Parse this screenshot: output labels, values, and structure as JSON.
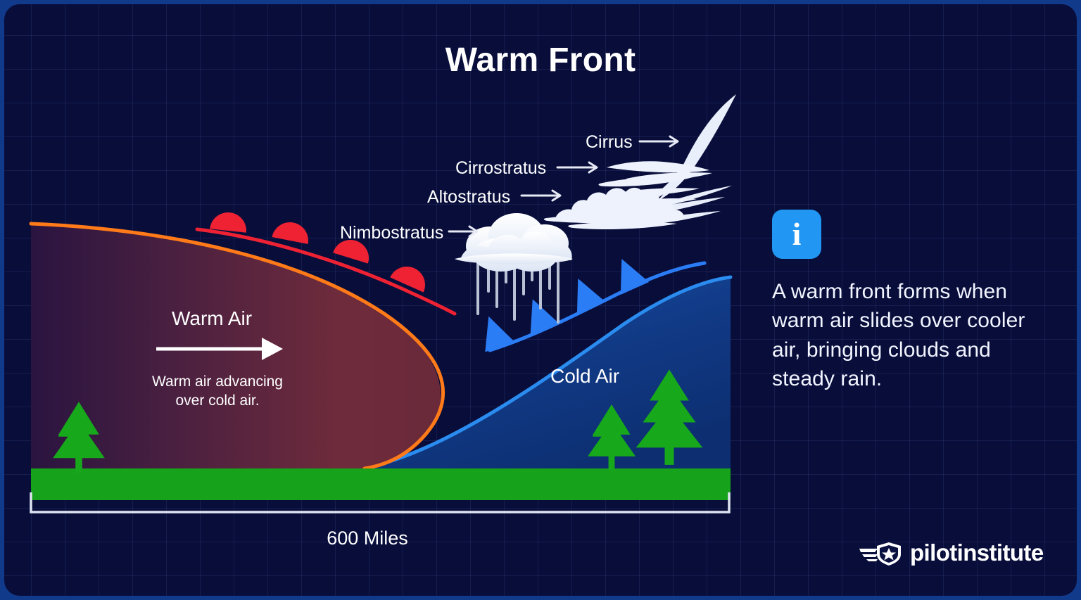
{
  "title": "Warm Front",
  "diagram": {
    "cloud_labels": [
      {
        "name": "Cirrus",
        "text": "Cirrus"
      },
      {
        "name": "Cirrostratus",
        "text": "Cirrostratus"
      },
      {
        "name": "Altostratus",
        "text": "Altostratus"
      },
      {
        "name": "Nimbostratus",
        "text": "Nimbostratus"
      }
    ],
    "warm_air_label": "Warm Air",
    "warm_air_caption": "Warm air advancing over cold air.",
    "cold_air_label": "Cold Air",
    "scale_label": "600 Miles"
  },
  "info": {
    "icon": "info-icon",
    "icon_glyph": "i",
    "text": "A warm front forms when warm air slides over cooler air, bringing clouds and steady rain."
  },
  "brand": {
    "logo_text": "pilotinstitute",
    "logo_icon": "winged-star-shield-icon"
  },
  "colors": {
    "background": "#080d3a",
    "frame": "#123a8a",
    "grid_line": "#7896dc",
    "warm_front_line": "#ff7a18",
    "warm_front_symbol": "#ee2233",
    "cold_front_line": "#2b8cf0",
    "cold_front_symbol": "#2b7df5",
    "cold_air_fill": "#123a80",
    "warm_air_fill": "#6e2b3c",
    "ground": "#16a21a",
    "tree": "#17a81b",
    "info_accent": "#2196f3",
    "cloud": "#ffffff",
    "rain": "#b9c2d4"
  }
}
